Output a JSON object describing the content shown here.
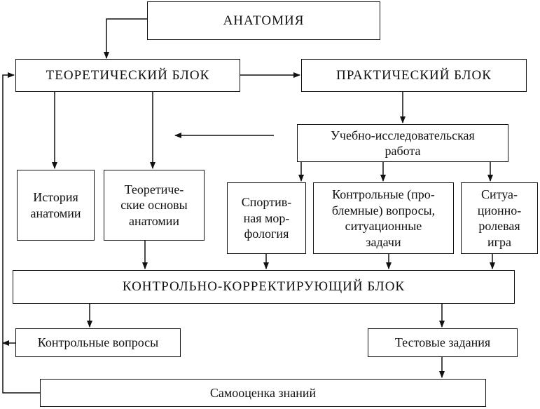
{
  "diagram": {
    "anatomy": "АНАТОМИЯ",
    "theory_block": "ТЕОРЕТИЧЕСКИЙ БЛОК",
    "practice_block": "ПРАКТИЧЕСКИЙ БЛОК",
    "research_work": "Учебно-исследовательская\nработа",
    "history": "История\nанатомии",
    "theory_basics": "Теоретиче-\nские основы\nанатомии",
    "sport_morphology": "Спортив-\nная мор-\nфология",
    "control_problem_questions": "Контрольные (про-\nблемные) вопросы,\nситуационные\nзадачи",
    "role_play": "Ситуа-\nционно-\nролевая\nигра",
    "control_correction_block": "КОНТРОЛЬНО-КОРРЕКТИРУЮЩИЙ БЛОК",
    "control_questions": "Контрольные вопросы",
    "test_tasks": "Тестовые задания",
    "self_assessment": "Самооценка знаний"
  }
}
